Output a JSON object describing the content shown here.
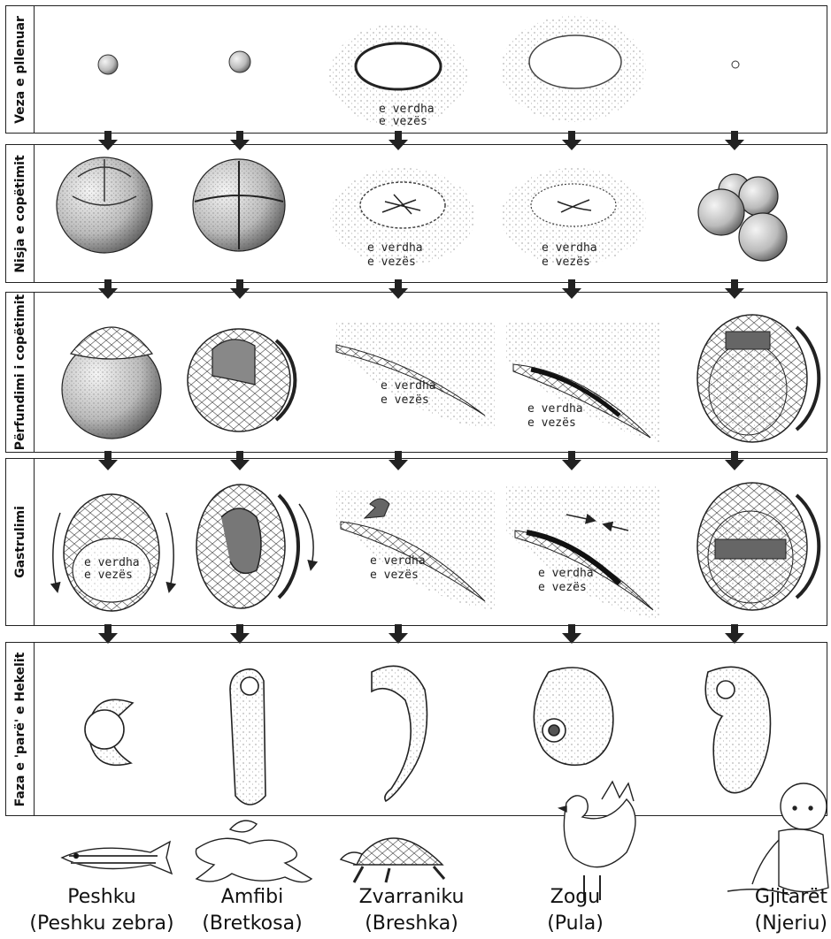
{
  "stages": [
    {
      "label": "Veza e pllenuar"
    },
    {
      "label": "Nisja e copëtimit"
    },
    {
      "label": "Përfundimi i copëtimit"
    },
    {
      "label": "Gastrulimi"
    },
    {
      "label": "Faza e 'parë' e Hekelit"
    }
  ],
  "yolk_label": [
    "e verdha",
    "e vezës"
  ],
  "animals": [
    {
      "name": "Peshku",
      "example": "(Peshku zebra)",
      "icon": "zebrafish-icon"
    },
    {
      "name": "Amfibi",
      "example": "(Bretkosa)",
      "icon": "frog-icon"
    },
    {
      "name": "Zvarraniku",
      "example": "(Breshka)",
      "icon": "turtle-icon"
    },
    {
      "name": "Zogu",
      "example": "(Pula)",
      "icon": "chicken-icon"
    },
    {
      "name": "Gjitarët",
      "example": "(Njeriu)",
      "icon": "baby-icon"
    }
  ]
}
